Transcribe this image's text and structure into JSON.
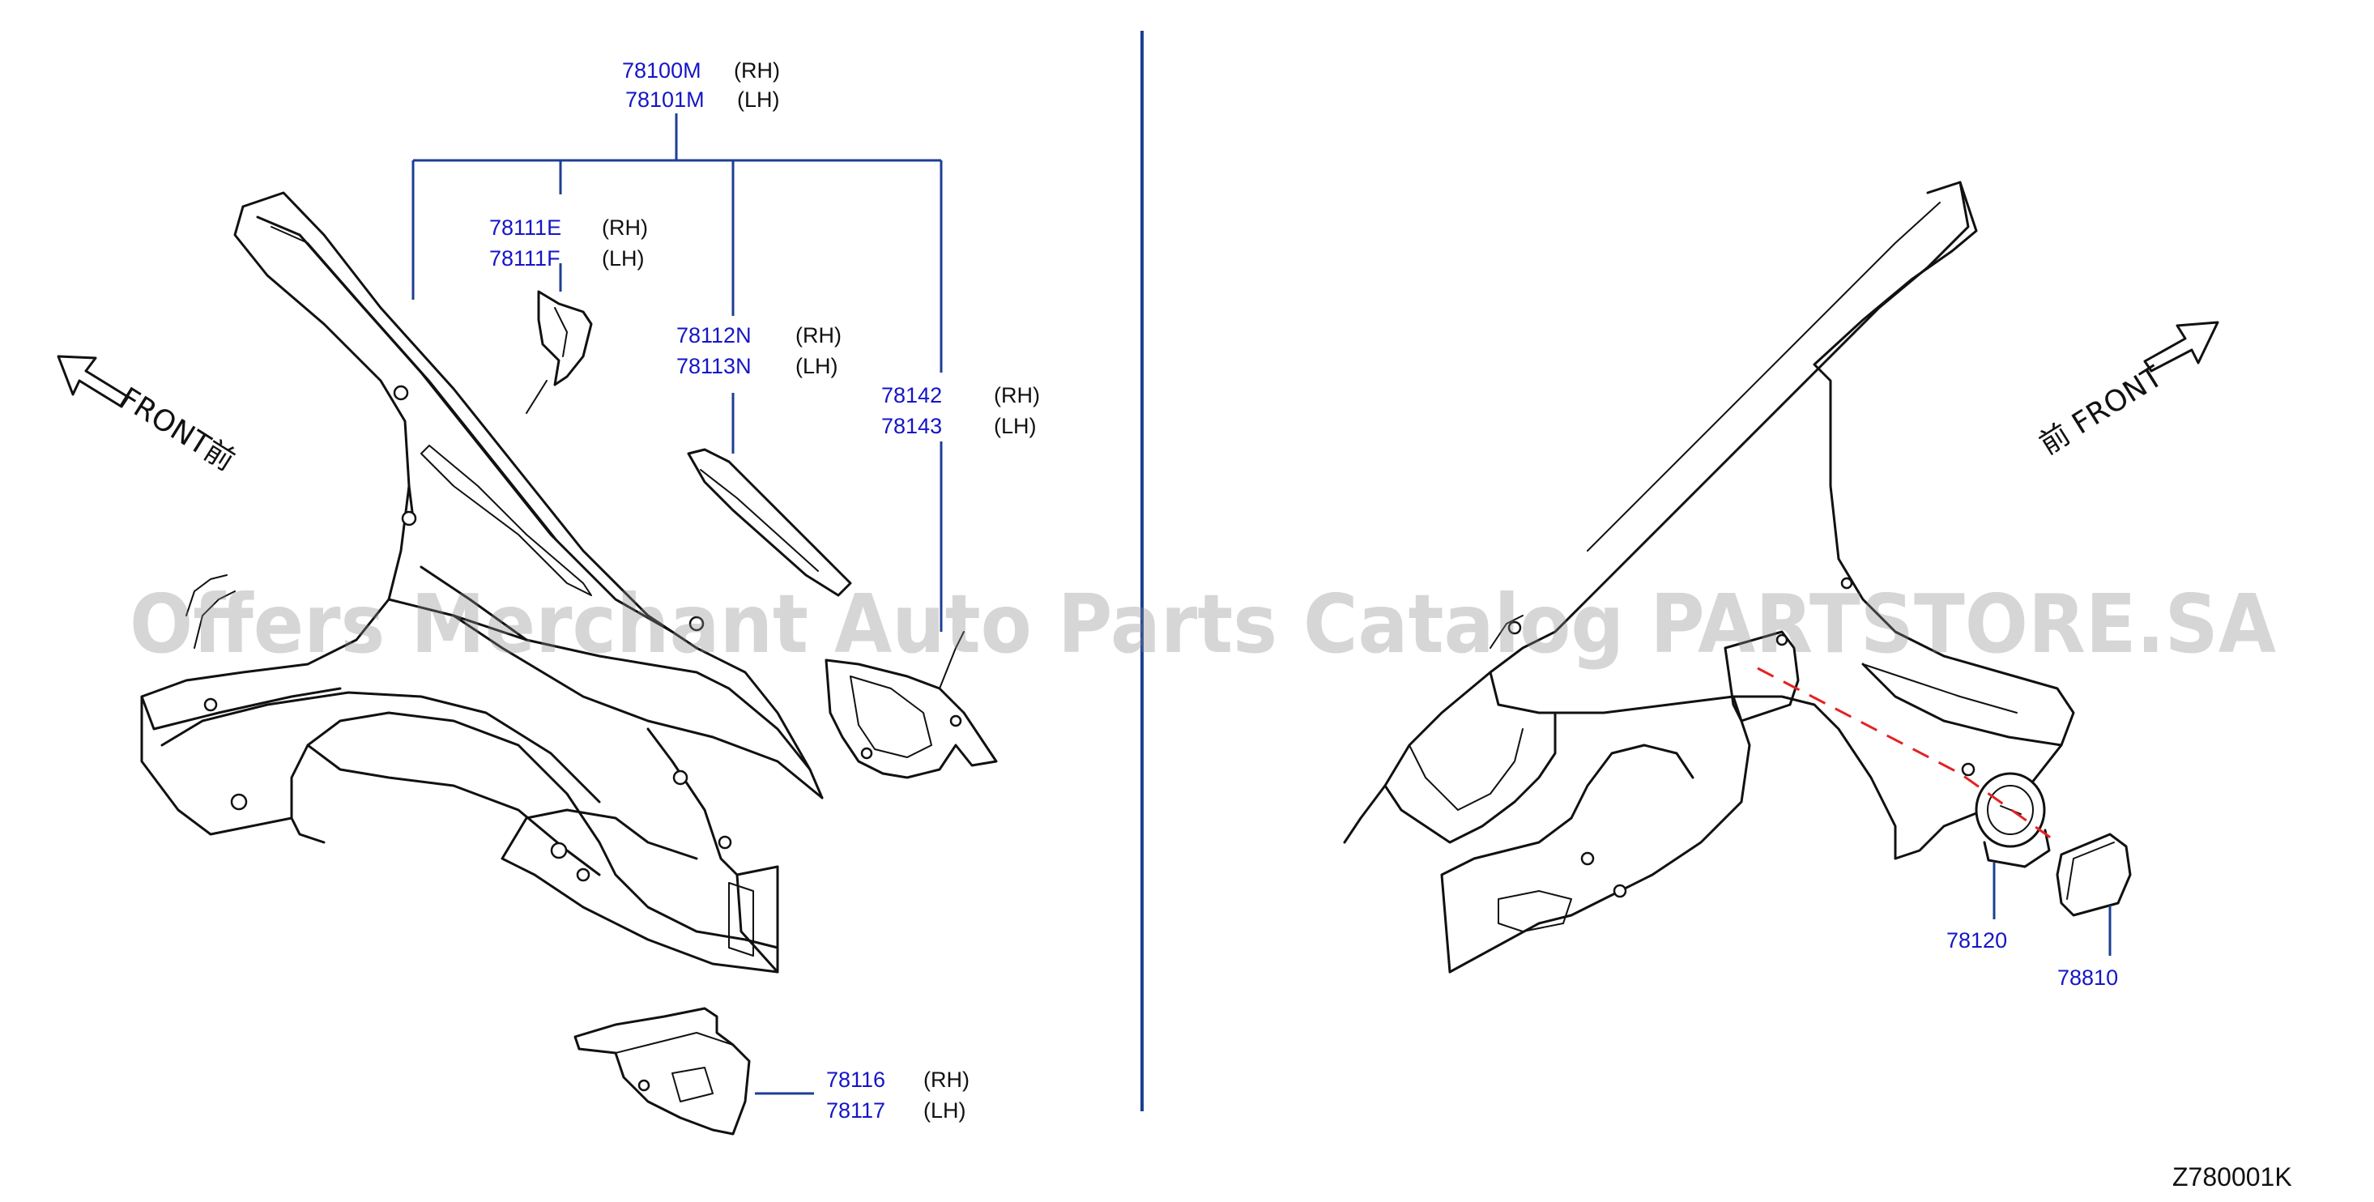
{
  "watermark": "Offers Merchant Auto Parts Catalog PARTSTORE.SA",
  "diagram_code": "Z780001K",
  "front_label_left": "FRONT前",
  "front_label_right": "前 FRONT",
  "callouts": {
    "c78100": {
      "rh_part": "78100M",
      "rh_side": "(RH)",
      "lh_part": "78101M",
      "lh_side": "(LH)"
    },
    "c78111": {
      "rh_part": "78111E",
      "rh_side": "(RH)",
      "lh_part": "78111F",
      "lh_side": "(LH)"
    },
    "c78112": {
      "rh_part": "78112N",
      "rh_side": "(RH)",
      "lh_part": "78113N",
      "lh_side": "(LH)"
    },
    "c78142": {
      "rh_part": "78142",
      "rh_side": "(RH)",
      "lh_part": "78143",
      "lh_side": "(LH)"
    },
    "c78116": {
      "rh_part": "78116",
      "rh_side": "(RH)",
      "lh_part": "78117",
      "lh_side": "(LH)"
    },
    "c78120": {
      "part": "78120"
    },
    "c78810": {
      "part": "78810"
    }
  },
  "colors": {
    "part_number": "#1515c8",
    "leader_line": "#1c3f94",
    "exploded_dash": "#e32222"
  }
}
